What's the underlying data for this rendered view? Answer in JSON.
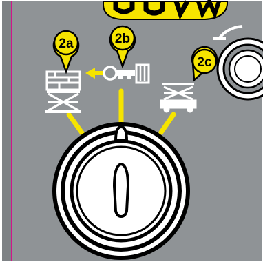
{
  "callouts": [
    {
      "id": "2a",
      "label": "2a",
      "meaning": "platform-control"
    },
    {
      "id": "2b",
      "label": "2b",
      "meaning": "key-removed"
    },
    {
      "id": "2c",
      "label": "2c",
      "meaning": "ground-control"
    }
  ],
  "icons": {
    "platform": "scissor-lift-platform-icon",
    "key": "key-icon",
    "ground": "scissor-lift-ground-icon",
    "selector": "key-switch-knob-icon",
    "button": "emergency-stop-button-icon"
  },
  "colors": {
    "panel": "#8f9396",
    "panel_dark": "#7e8285",
    "accent_yellow": "#f6e400",
    "outline": "#000000",
    "white": "#ffffff",
    "pink_trim": "#d0168a"
  }
}
